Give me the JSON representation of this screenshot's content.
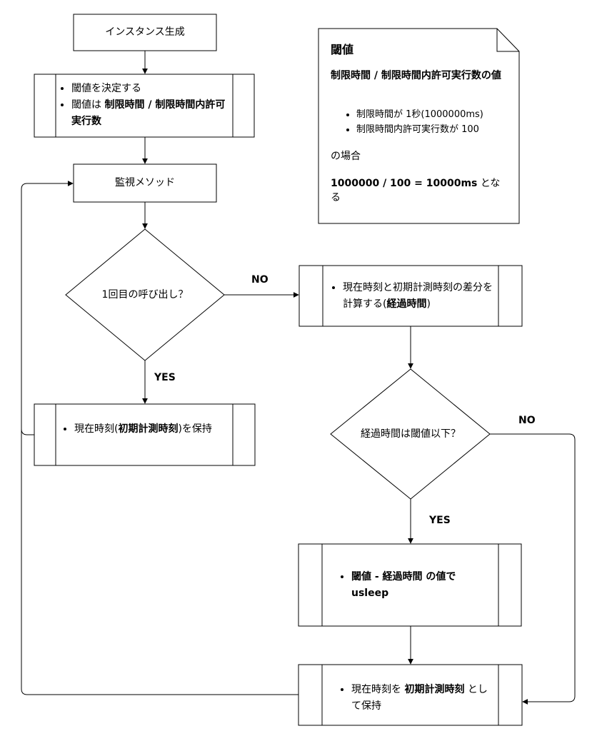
{
  "nodes": {
    "start": "インスタンス生成",
    "threshold": {
      "item1": "閾値を決定する",
      "item2_prefix": "閾値は ",
      "item2_bold": "制限時間 / 制限時間内許可実行数"
    },
    "monitor": "監視メソッド",
    "decision1": "1回目の呼び出し？",
    "diff": {
      "prefix": "現在時刻と初期計測時刻の差分を計算する(",
      "bold": "経過時間",
      "suffix": ")"
    },
    "save_first": {
      "prefix": "現在時刻(",
      "bold": "初期計測時刻",
      "suffix": ")を保持"
    },
    "decision2": "経過時間は閾値以下？",
    "sleep": {
      "bold": "閾値 - 経過時間",
      "suffix_bold": " の値で usleep"
    },
    "save_current": {
      "prefix": "現在時刻を ",
      "bold": "初期計測時刻",
      "suffix": " として保持"
    }
  },
  "edge_labels": {
    "d1_no": "NO",
    "d1_yes": "YES",
    "d2_no": "NO",
    "d2_yes": "YES"
  },
  "note": {
    "title": "閾値",
    "formula": "制限時間 / 制限時間内許可実行数の値",
    "bullets": [
      "制限時間が 1秒(1000000ms)",
      "制限時間内許可実行数が 100"
    ],
    "case": "の場合",
    "result_bold": "1000000 / 100 = 10000ms",
    "result_suffix": " となる"
  }
}
